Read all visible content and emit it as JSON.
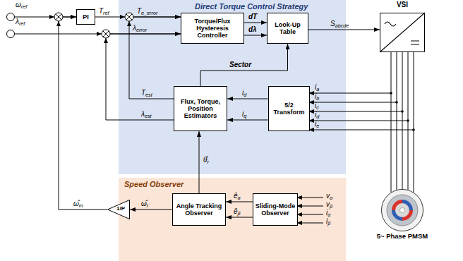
{
  "diagram": {
    "nodes": [
      {
        "text": [
          "ωref"
        ]
      },
      {
        "text": [
          "λref"
        ]
      },
      {
        "text": [
          "PI"
        ]
      },
      {
        "text": [
          "Direct Torque Control Strategy"
        ]
      },
      {
        "text": [
          "Torque/Flux Hysteresis Controller"
        ],
        "in": 3
      },
      {
        "text": [
          "Look-Up Table"
        ],
        "in": 3
      },
      {
        "text": [
          "Flux, Torque, Position Estimators"
        ],
        "in": 3
      },
      {
        "text": [
          "5/2 Transform"
        ],
        "in": 3
      },
      {
        "text": [
          "VSI"
        ]
      },
      {
        "text": [
          "Speed Observer"
        ]
      },
      {
        "text": [
          "Angle Tracking Observer"
        ],
        "in": 9
      },
      {
        "text": [
          "Sliding-Mode Observer"
        ],
        "in": 9
      },
      {
        "text": [
          "1/P"
        ]
      },
      {
        "text": [
          "5~ Phase PMSM"
        ]
      }
    ],
    "edges": [
      {
        "from": 0,
        "to": 2,
        "arrow": "to"
      },
      {
        "from": 1,
        "to": 4,
        "arrow": "to",
        "label": "λerror"
      },
      {
        "from": 2,
        "to": 4,
        "arrow": "to",
        "label": "Te_error"
      },
      {
        "from": 4,
        "to": 5,
        "arrow": "to",
        "label": "dT"
      },
      {
        "from": 4,
        "to": 5,
        "arrow": "to",
        "label": "dλ"
      },
      {
        "from": 6,
        "to": 5,
        "arrow": "to",
        "label": "Sector"
      },
      {
        "from": 5,
        "to": 8,
        "arrow": "to",
        "label": "Sabcde"
      },
      {
        "from": 8,
        "to": 13,
        "arrow": "none"
      },
      {
        "from": 7,
        "to": 6,
        "arrow": "to",
        "label": "id"
      },
      {
        "from": 7,
        "to": 6,
        "arrow": "to",
        "label": "iq"
      },
      {
        "from": 6,
        "to": 4,
        "arrow": "to",
        "label": "Test"
      },
      {
        "from": 6,
        "to": 4,
        "arrow": "to",
        "label": "λest"
      },
      {
        "from": 11,
        "to": 10,
        "arrow": "to",
        "label": "êα"
      },
      {
        "from": 11,
        "to": 10,
        "arrow": "to",
        "label": "êβ"
      },
      {
        "from": 10,
        "to": 6,
        "arrow": "to",
        "label": "θ̂r"
      },
      {
        "from": 10,
        "to": 12,
        "arrow": "to",
        "label": "ω̂r"
      },
      {
        "from": 12,
        "to": 2,
        "arrow": "to",
        "label": "ω̂m"
      }
    ],
    "labels": [
      "Tref",
      "ia",
      "ib",
      "ic",
      "id",
      "ie",
      "vα",
      "vβ",
      "iα",
      "iβ"
    ]
  }
}
